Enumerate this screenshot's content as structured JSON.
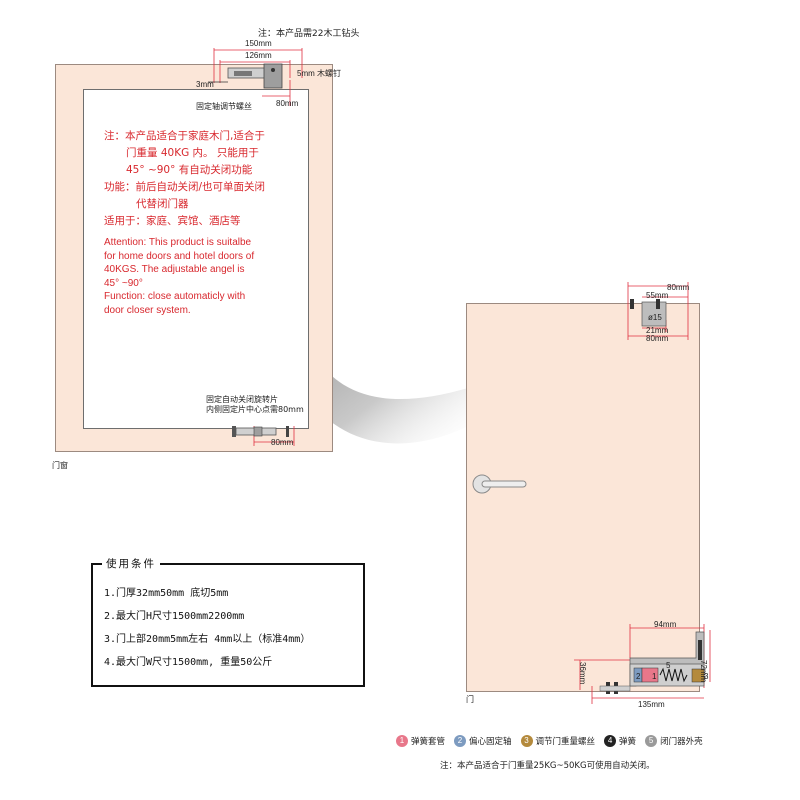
{
  "left_panel": {
    "top_note": "注：本产品需22木工钻头",
    "dims": {
      "d150": "150mm",
      "d126": "126mm",
      "d3": "3mm",
      "d5_screw": "5mm 木螺钉",
      "d80_top": "80mm",
      "d80_bottom": "80mm"
    },
    "label_fixed_axis_screw": "固定轴调节螺丝",
    "label_bottom_line1": "固定自动关闭旋转片",
    "label_bottom_line2": "内侧固定片中心点需80mm",
    "frame_label": "门窗",
    "notes_cn": [
      "注：本产品适合于家庭木门,适合于",
      "门重量 40KG 内。 只能用于",
      "45° ~90° 有自动关闭功能",
      "功能：前后自动关闭/也可单面关闭",
      "代替闭门器",
      "适用于：家庭、宾馆、酒店等"
    ],
    "notes_en": [
      "Attention: This product is suitalbe",
      "for home doors and hotel doors of",
      "40KGS. The adjustable angel is",
      "45° ~90°",
      "Function: close automaticly with",
      "door closer system."
    ]
  },
  "right_panel": {
    "dims": {
      "top80": "80mm",
      "top55": "55mm",
      "phi15": "ø15",
      "top21": "21mm",
      "top80b": "80mm",
      "d94": "94mm",
      "d72": "72mm",
      "d36": "36mm",
      "d135": "135mm"
    },
    "door_label": "门",
    "mechanism_numbers": [
      "1",
      "2",
      "3",
      "5"
    ]
  },
  "conditions": {
    "title": "使用条件",
    "items": [
      "1.门厚32mm50mm  底切5mm",
      "2.最大门H尺寸1500mm2200mm",
      "3.门上部20mm5mm左右 4mm以上（标准4mm）",
      "4.最大门W尺寸1500mm, 重量50公斤"
    ]
  },
  "legend": {
    "items": [
      {
        "num": "1",
        "label": "弹簧套管",
        "color": "#e8778a"
      },
      {
        "num": "2",
        "label": "偏心固定轴",
        "color": "#7d9bc0"
      },
      {
        "num": "3",
        "label": "调节门重量螺丝",
        "color": "#b48a3c"
      },
      {
        "num": "4",
        "label": "弹簧",
        "color": "#222222"
      },
      {
        "num": "5",
        "label": "闭门器外壳",
        "color": "#9a9a9a"
      }
    ],
    "footnote": "注：本产品适合于门重量25KG~50KG可使用自动关闭。"
  },
  "colors": {
    "frame_fill": "#fbe6d8",
    "frame_stroke": "#9c8a80",
    "red_text": "#d8282e",
    "arrow_gray": "#9a9a9a"
  }
}
